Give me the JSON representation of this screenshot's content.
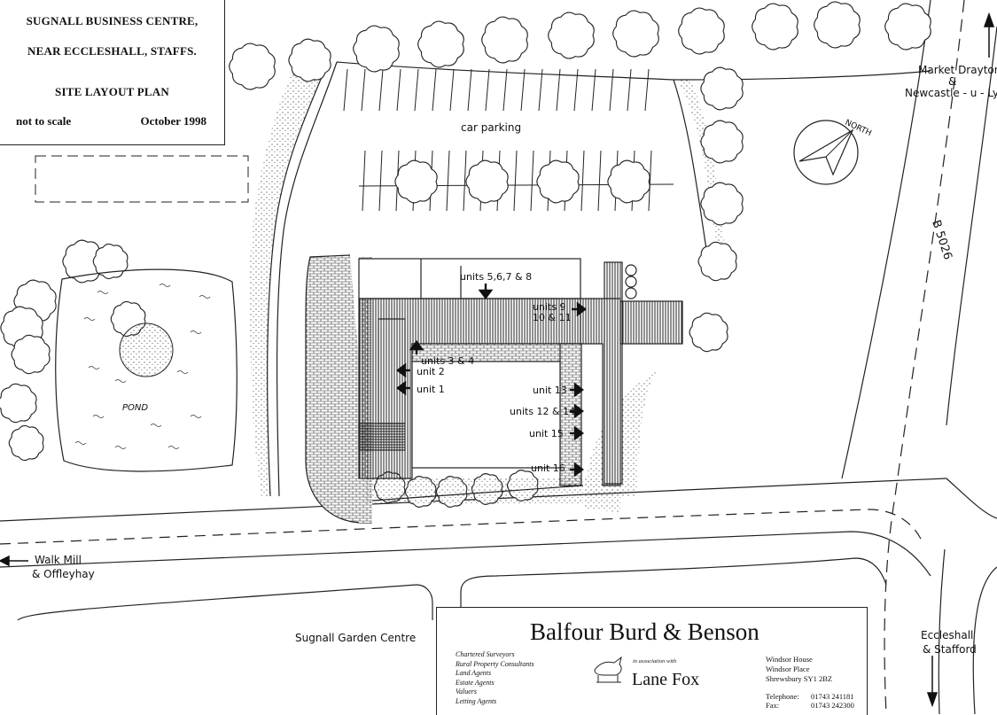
{
  "title_block": {
    "line1": "SUGNALL BUSINESS CENTRE,",
    "line2": "NEAR ECCLESHALL, STAFFS.",
    "line3": "SITE LAYOUT PLAN",
    "scale_note": "not to scale",
    "date": "October 1998"
  },
  "map_labels": {
    "car_parking": "car parking",
    "north": "NORTH",
    "market_drayton": "Market Drayton",
    "ampersand": "&",
    "newcastle": "Newcastle - u - Lyme",
    "road": "B 5026",
    "pond": "POND",
    "walk_mill": "Walk Mill",
    "offleyhay": "& Offleyhay",
    "garden_centre": "Sugnall Garden Centre",
    "eccleshall": "Eccleshall",
    "stafford": "& Stafford"
  },
  "units": {
    "u5678": "units 5,6,7 & 8",
    "u9": "units 9",
    "u1011": "10 & 11",
    "u34": "units 3 & 4",
    "u2": "unit 2",
    "u1": "unit 1",
    "u13": "unit 13",
    "u1214": "units 12 & 14",
    "u15": "unit 15",
    "u16": "unit 16"
  },
  "firm": {
    "name": "Balfour Burd & Benson",
    "services": [
      "Chartered Surveyors",
      "Rural Property Consultants",
      "Land Agents",
      "Estate Agents",
      "Valuers",
      "Letting Agents"
    ],
    "association": "in association with",
    "associate": "Lane Fox",
    "address": [
      "Windsor House",
      "Windsor Place",
      "Shrewsbury SY1 2BZ"
    ],
    "telephone_label": "Telephone:",
    "telephone": "01743 241181",
    "fax_label": "Fax:",
    "fax": "01743 242300"
  },
  "colors": {
    "ink": "#111111",
    "paper": "#ffffff"
  }
}
